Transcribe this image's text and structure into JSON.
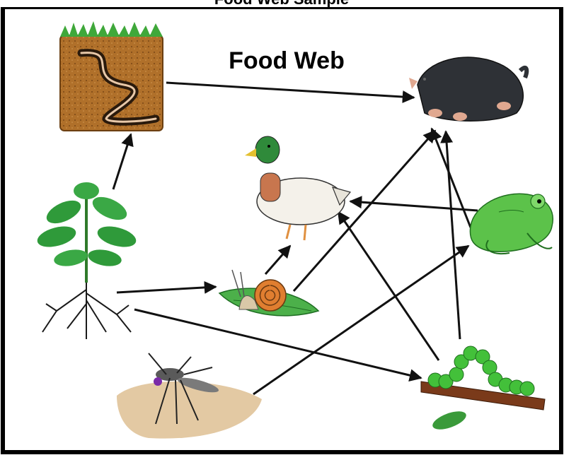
{
  "header_partial": "Food Web Sample",
  "title": "Food Web",
  "organisms": [
    {
      "id": "worm",
      "icon": "earthworm-in-soil-icon"
    },
    {
      "id": "plant",
      "icon": "plant-with-roots-icon"
    },
    {
      "id": "duck",
      "icon": "duck-icon"
    },
    {
      "id": "snail",
      "icon": "snail-on-leaf-icon"
    },
    {
      "id": "mosquito",
      "icon": "mosquito-icon"
    },
    {
      "id": "mole",
      "icon": "mole-icon"
    },
    {
      "id": "frog",
      "icon": "frog-icon"
    },
    {
      "id": "caterpillar",
      "icon": "caterpillar-on-branch-icon"
    }
  ],
  "edges": [
    {
      "from": "plant",
      "to": "worm"
    },
    {
      "from": "worm",
      "to": "mole"
    },
    {
      "from": "plant",
      "to": "snail"
    },
    {
      "from": "plant",
      "to": "caterpillar"
    },
    {
      "from": "snail",
      "to": "duck"
    },
    {
      "from": "snail",
      "to": "mole"
    },
    {
      "from": "frog",
      "to": "duck"
    },
    {
      "from": "frog",
      "to": "mole"
    },
    {
      "from": "caterpillar",
      "to": "duck"
    },
    {
      "from": "caterpillar",
      "to": "mole"
    },
    {
      "from": "mosquito",
      "to": "frog"
    }
  ],
  "colors": {
    "frame": "#000000",
    "arrow": "#111111",
    "leaf": "#2f9a3a",
    "soil": "#b0702a",
    "mole": "#2e3136",
    "frog": "#5cc24a",
    "caterpillar": "#43c03a"
  }
}
